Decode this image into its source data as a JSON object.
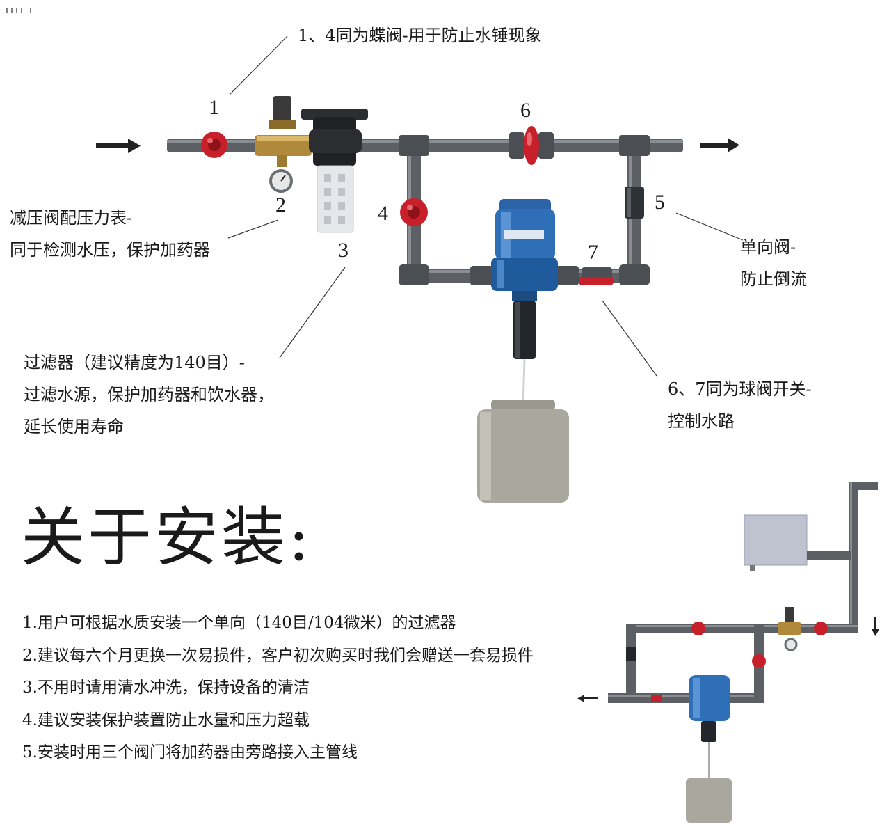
{
  "top_diagram": {
    "marker_1": "1",
    "marker_2": "2",
    "marker_3": "3",
    "marker_4": "4",
    "marker_5": "5",
    "marker_6": "6",
    "marker_7": "7",
    "callout_butterfly": "1、4同为蝶阀-用于防止水锤现象",
    "callout_reducer": [
      "减压阀配压力表-",
      "同于检测水压，保护加药器"
    ],
    "callout_filter": [
      "过滤器（建议精度为140目）-",
      "过滤水源，保护加药器和饮水器，",
      "延长使用寿命"
    ],
    "callout_check_valve": [
      "单向阀-",
      "防止倒流"
    ],
    "callout_ball_valve": [
      "6、7同为球阀开关-",
      "控制水路"
    ],
    "colors": {
      "pipe": "#5a5d60",
      "valve_red": "#c8202a",
      "dispenser_blue": "#2e6fb8",
      "brass": "#b08a3a",
      "tank": "#a9a89f"
    }
  },
  "install": {
    "heading": "关于安装:",
    "notes": [
      "1.用户可根据水质安装一个单向（140目/104微米）的过滤器",
      "2.建议每六个月更换一次易损件，客户初次购买时我们会赠送一套易损件",
      "3.不用时请用清水冲洗，保持设备的清洁",
      "4.建议安装保护装置防止水量和压力超载",
      "5.安装时用三个阀门将加药器由旁路接入主管线"
    ]
  }
}
